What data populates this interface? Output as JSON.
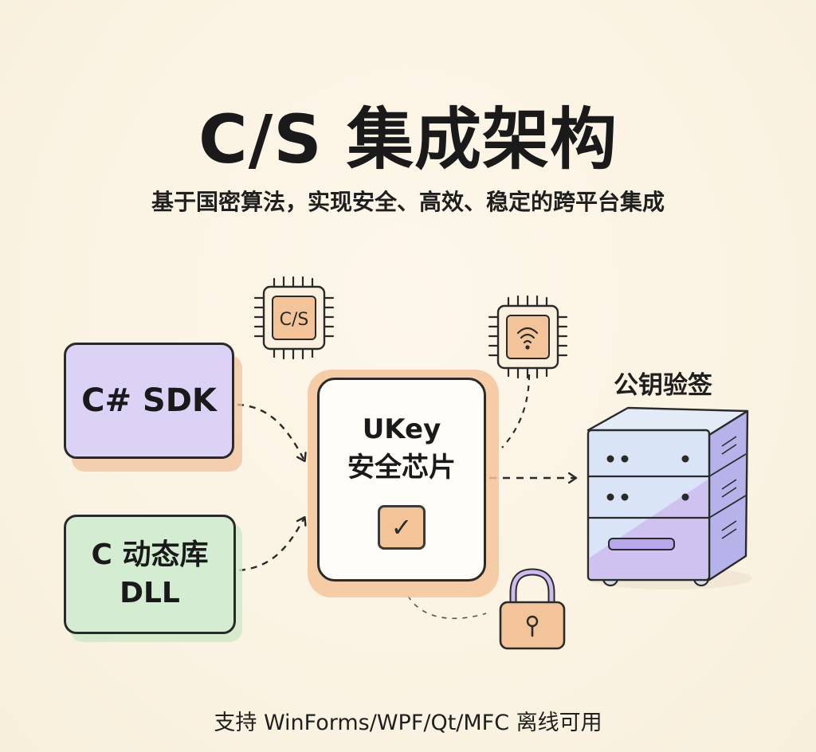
{
  "header": {
    "title": "C/S 集成架构",
    "subtitle": "基于国密算法，实现安全、高效、稳定的跨平台集成"
  },
  "nodes": {
    "sdk": {
      "label": "C# SDK"
    },
    "dll": {
      "line1": "C 动态库",
      "line2": "DLL"
    },
    "ukey": {
      "line1": "UKey",
      "line2": "安全芯片",
      "check_icon": "check-icon"
    },
    "server": {
      "label": "公钥验签",
      "icon": "server-icon"
    }
  },
  "chips": {
    "cs_chip": {
      "label": "C/S",
      "icon": "chip-icon"
    },
    "wireless_chip": {
      "icon": "wireless-icon"
    }
  },
  "lock": {
    "icon": "padlock-icon"
  },
  "footer": {
    "text": "支持 WinForms/WPF/Qt/MFC 离线可用"
  },
  "colors": {
    "background": "#fbf4e4",
    "sdk_fill": "#dcd2f6",
    "dll_fill": "#d4ecd2",
    "accent_orange": "#f3c49a",
    "server_fill": "#d6e2f5",
    "server_accent": "#c9b8ee"
  }
}
